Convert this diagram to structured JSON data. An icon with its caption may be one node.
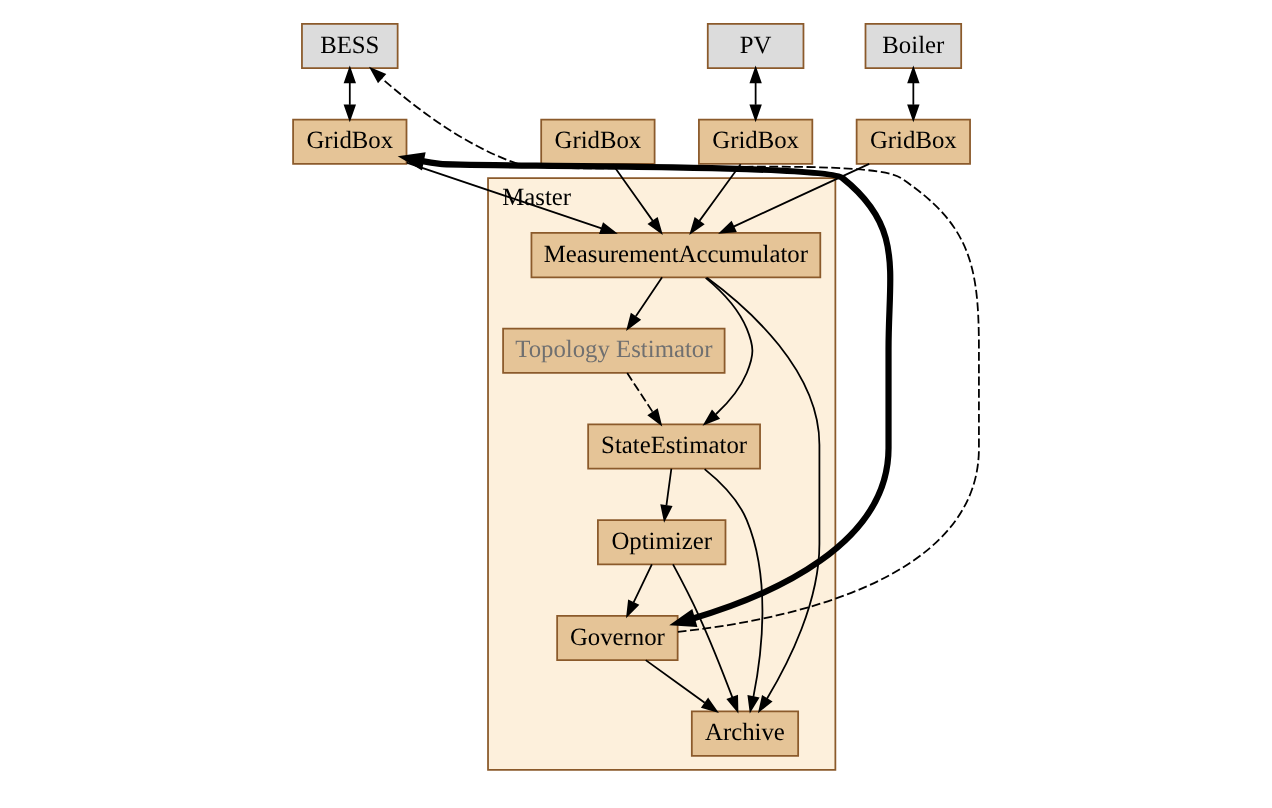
{
  "diagram": {
    "nodes": [
      {
        "text": [
          "BESS"
        ]
      },
      {
        "text": [
          "PV"
        ]
      },
      {
        "text": [
          "Boiler"
        ]
      },
      {
        "text": [
          "GridBox"
        ]
      },
      {
        "text": [
          "GridBox"
        ]
      },
      {
        "text": [
          "GridBox"
        ]
      },
      {
        "text": [
          "GridBox"
        ]
      },
      {
        "text": [
          "Master"
        ]
      },
      {
        "text": [
          "MeasurementAccumulator"
        ],
        "in": 7
      },
      {
        "text": [
          "Topology Estimator"
        ],
        "in": 7
      },
      {
        "text": [
          "StateEstimator"
        ],
        "in": 7
      },
      {
        "text": [
          "Optimizer"
        ],
        "in": 7
      },
      {
        "text": [
          "Governor"
        ],
        "in": 7
      },
      {
        "text": [
          "Archive"
        ],
        "in": 7
      }
    ],
    "edges": [
      {
        "from": 0,
        "to": 3,
        "arrow": "both"
      },
      {
        "from": 1,
        "to": 5,
        "arrow": "both"
      },
      {
        "from": 2,
        "to": 6,
        "arrow": "both"
      },
      {
        "from": 3,
        "to": 8,
        "arrow": "to"
      },
      {
        "from": 4,
        "to": 8,
        "arrow": "to"
      },
      {
        "from": 5,
        "to": 8,
        "arrow": "to"
      },
      {
        "from": 6,
        "to": 8,
        "arrow": "to"
      },
      {
        "from": 8,
        "to": 13,
        "arrow": "to"
      },
      {
        "from": 8,
        "to": 9,
        "arrow": "to"
      },
      {
        "from": 8,
        "to": 10,
        "arrow": "to"
      },
      {
        "from": 9,
        "to": 10,
        "arrow": "to",
        "style": "dashed"
      },
      {
        "from": 10,
        "to": 13,
        "arrow": "to"
      },
      {
        "from": 10,
        "to": 11,
        "arrow": "to"
      },
      {
        "from": 11,
        "to": 13,
        "arrow": "to"
      },
      {
        "from": 11,
        "to": 12,
        "arrow": "to"
      },
      {
        "from": 12,
        "to": 13,
        "arrow": "to"
      },
      {
        "from": 12,
        "to": 3,
        "arrow": "both",
        "style": "thick"
      },
      {
        "from": 12,
        "to": 0,
        "arrow": "to",
        "style": "dashed"
      }
    ]
  }
}
